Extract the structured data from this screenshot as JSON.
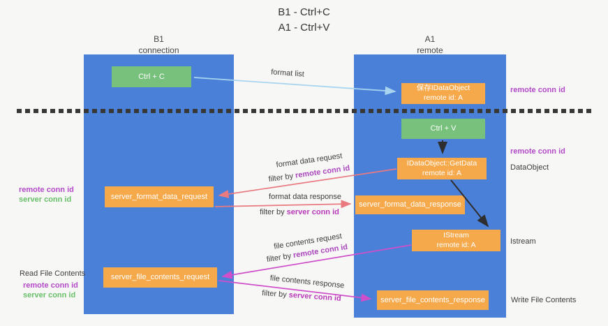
{
  "title": {
    "line1": "B1 - Ctrl+C",
    "line2": "A1 - Ctrl+V"
  },
  "lanes": {
    "left": {
      "title": "B1",
      "subtitle": "connection"
    },
    "right": {
      "title": "A1",
      "subtitle": "remote"
    }
  },
  "nodes": {
    "ctrl_c": {
      "label": "Ctrl + C"
    },
    "ctrl_v": {
      "label": "Ctrl + V"
    },
    "saved_idataobject": {
      "line1": "保存IDataObject",
      "line2": "remote id: A"
    },
    "getdata": {
      "line1": "IDataObject::GetData",
      "line2": "remote id: A"
    },
    "istream": {
      "line1": "IStream",
      "line2": "remote id: A"
    },
    "format_request": {
      "label": "server_format_data_request"
    },
    "format_response": {
      "label": "server_format_data_response"
    },
    "file_request": {
      "label": "server_file_contents_request"
    },
    "file_response": {
      "label": "server_file_contents_response"
    }
  },
  "arrows": {
    "format_list": {
      "label": "format list"
    },
    "format_data_request": {
      "label": "format data request",
      "filter_prefix": "filter by",
      "filter_key": "remote conn id"
    },
    "format_data_response": {
      "label": "format data response",
      "filter_prefix": "filter by",
      "filter_key": "server conn id"
    },
    "file_contents_request": {
      "label": "file contents request",
      "filter_prefix": "filter by",
      "filter_key": "remote conn id"
    },
    "file_contents_response": {
      "label": "file contents response",
      "filter_prefix": "filter by",
      "filter_key": "server conn id"
    }
  },
  "annotations": {
    "right_remote_conn_id_top": "remote conn id",
    "right_remote_conn_id_mid": "remote conn id",
    "dataobject": "DataObject",
    "istream": "Istream",
    "write_file_contents": "Write File Contents",
    "left_remote_conn_id_format": "remote conn id",
    "left_server_conn_id_format": "server conn id",
    "read_file_contents": "Read File Contents",
    "left_remote_conn_id_file": "remote conn id",
    "left_server_conn_id_file": "server conn id"
  },
  "colors": {
    "lane_blue": "#4a80d8",
    "node_green": "#77c17c",
    "node_orange": "#f6a94b",
    "arrow_lightblue": "#a8d4f0",
    "arrow_red": "#e87a80",
    "arrow_magenta": "#cf4fcb",
    "arrow_black": "#2e2e2e",
    "label_purple": "#b44bc8",
    "label_green": "#6abf69"
  }
}
